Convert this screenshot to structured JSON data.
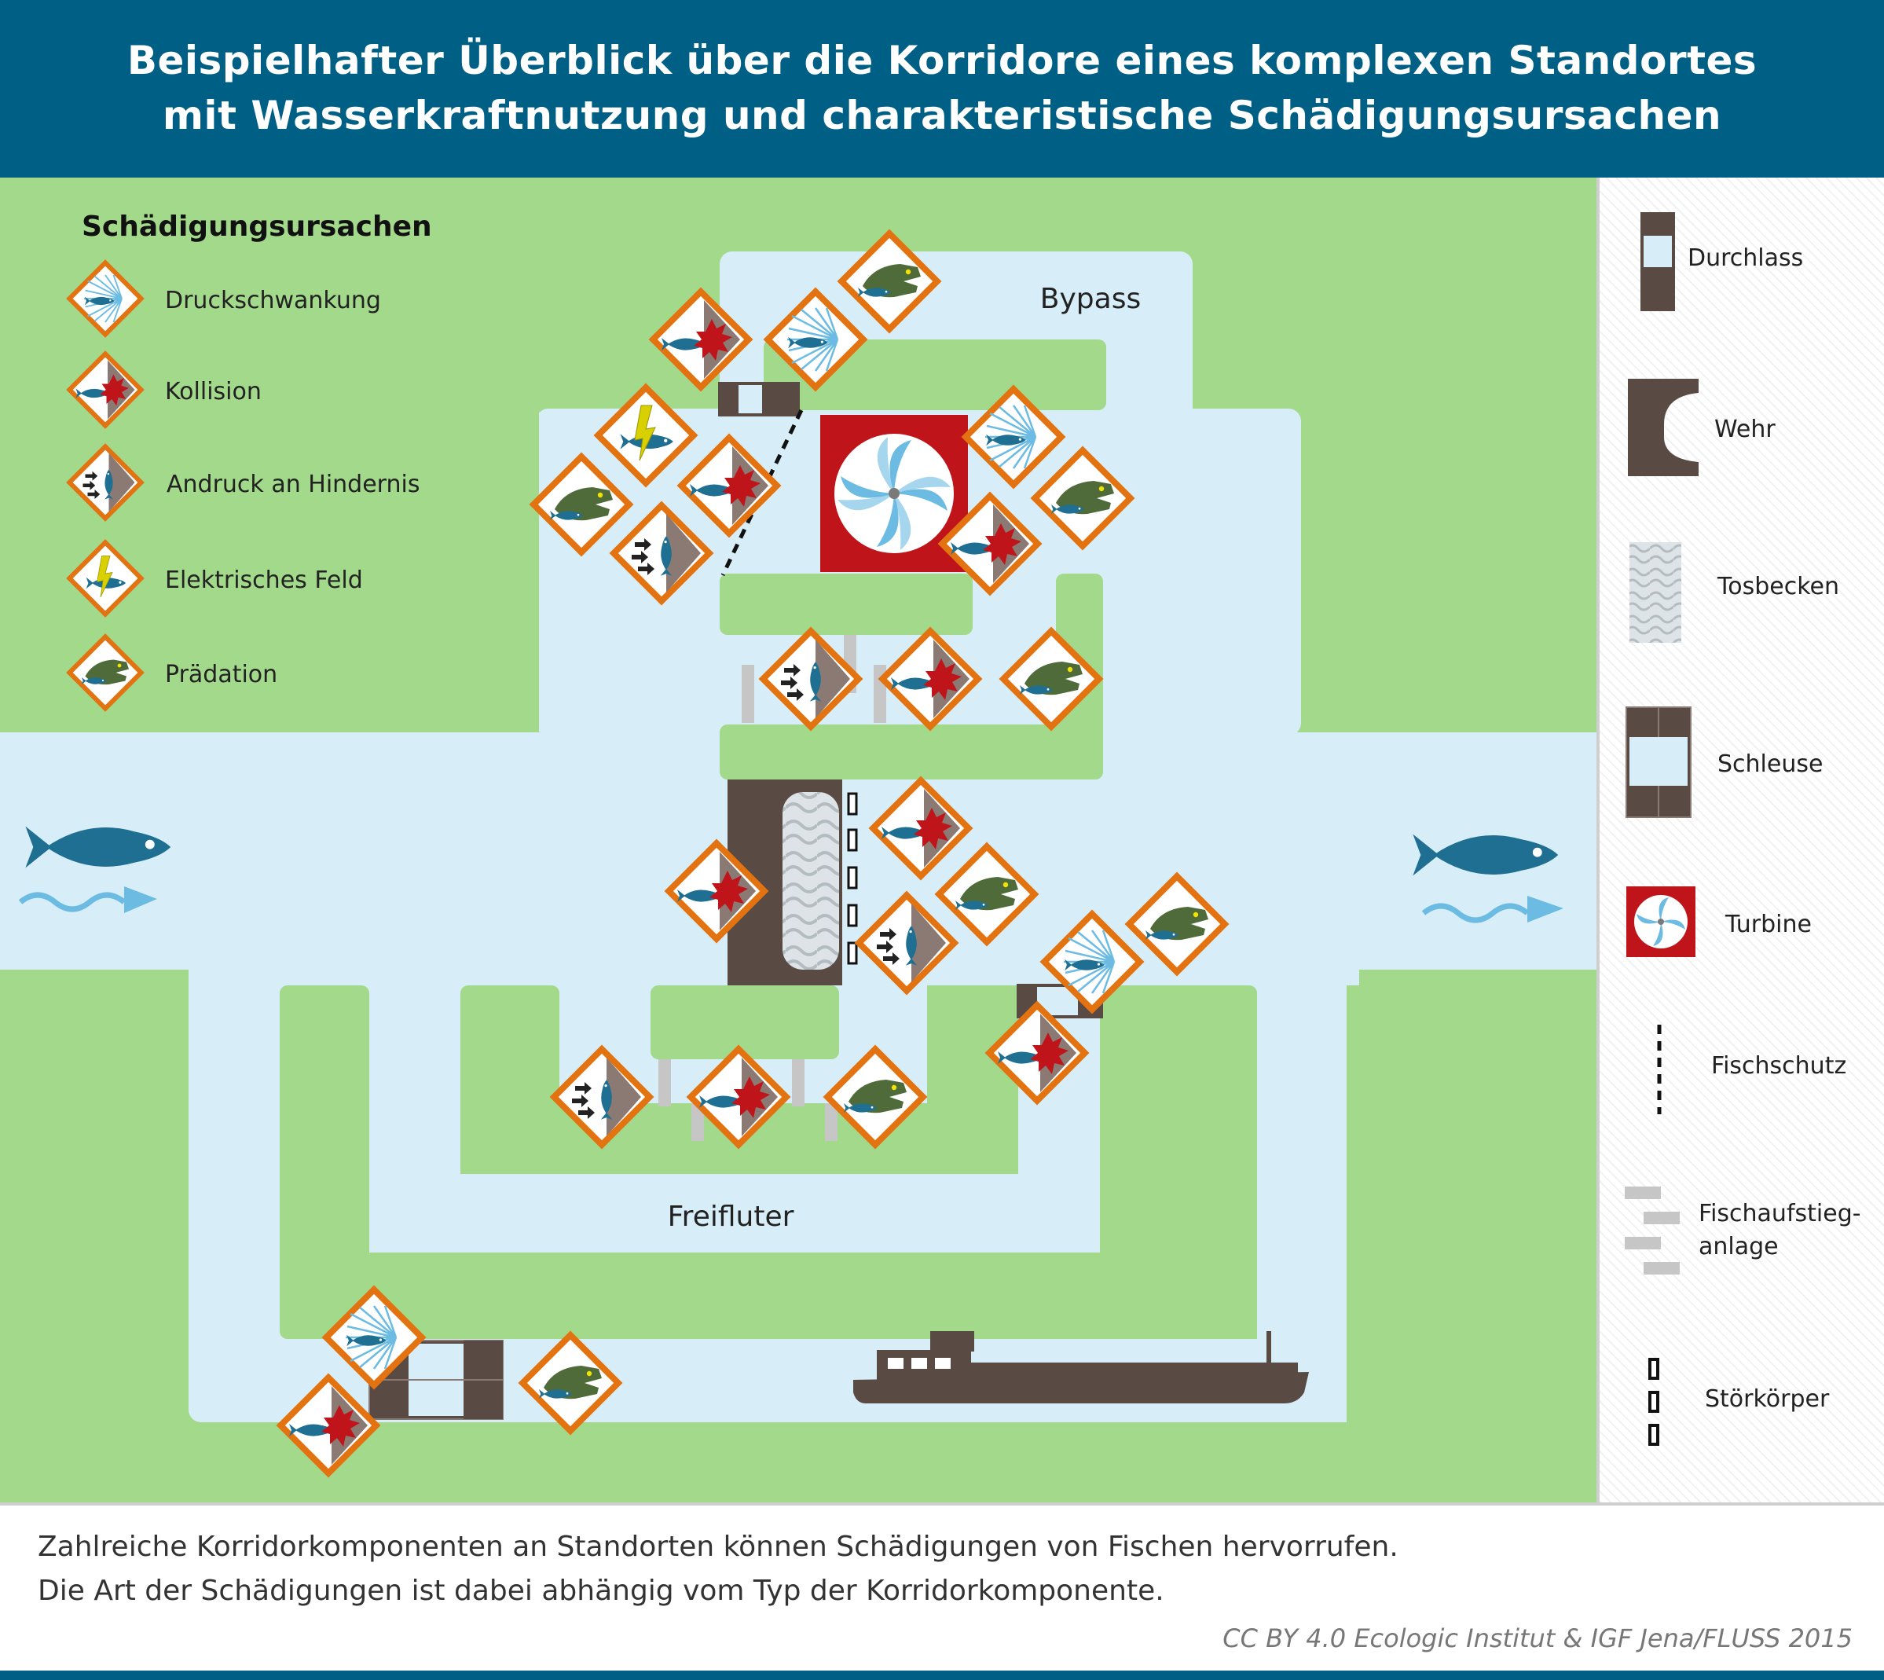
{
  "header": {
    "line1": "Beispielhafter Überblick über die Korridore eines komplexen Standortes",
    "line2": "mit Wasserkraftnutzung und charakteristische Schädigungsursachen"
  },
  "causes_legend": {
    "title": "Schädigungsursachen",
    "items": [
      {
        "label": "Druckschwankung",
        "icon": "pressure-icon"
      },
      {
        "label": "Kollision",
        "icon": "collision-icon"
      },
      {
        "label": "Andruck an Hindernis",
        "icon": "obstacle-pressure-icon"
      },
      {
        "label": "Elektrisches Feld",
        "icon": "electric-field-icon"
      },
      {
        "label": "Prädation",
        "icon": "predation-icon"
      }
    ]
  },
  "map_labels": {
    "bypass": "Bypass",
    "freifluter": "Freifluter"
  },
  "components_legend": [
    {
      "label": "Durchlass",
      "icon": "culvert-icon"
    },
    {
      "label": "Wehr",
      "icon": "weir-icon"
    },
    {
      "label": "Tosbecken",
      "icon": "stilling-basin-icon"
    },
    {
      "label": "Schleuse",
      "icon": "lock-icon"
    },
    {
      "label": "Turbine",
      "icon": "turbine-icon"
    },
    {
      "label": "Fischschutz",
      "icon": "fish-screen-icon"
    },
    {
      "label": "Fischaufstieg-",
      "label2": "anlage",
      "icon": "fish-ladder-icon"
    },
    {
      "label": "Störkörper",
      "icon": "baffle-icon"
    }
  ],
  "footer": {
    "line1": "Zahlreiche Korridorkomponenten an Standorten können Schädigungen von Fischen hervorrufen.",
    "line2": "Die Art der Schädigungen ist dabei abhängig vom Typ der Korridorkomponente.",
    "credit": "CC BY 4.0  Ecologic Institut & IGF Jena/FLUSS 2015"
  },
  "colors": {
    "header_bg": "#005f85",
    "land": "#a2d98a",
    "water": "#d7eef8",
    "structure": "#5a4a44",
    "turbine_red": "#c0141b",
    "sign_orange": "#e27310",
    "fish_blue": "#1f6f93"
  }
}
